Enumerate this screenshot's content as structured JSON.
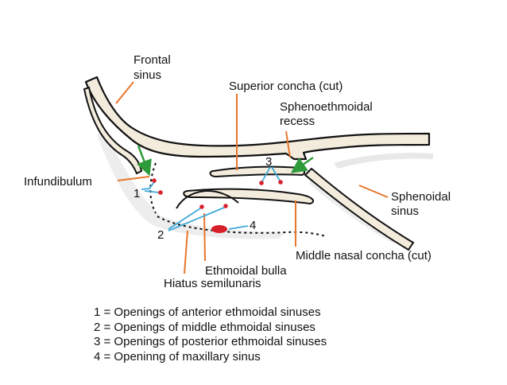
{
  "labels": {
    "frontal_sinus_line1": "Frontal",
    "frontal_sinus_line2": "sinus",
    "superior_concha": "Superior concha (cut)",
    "sphenoethmoidal_line1": "Sphenoethmoidal",
    "sphenoethmoidal_line2": "recess",
    "infundibulum": "Infundibulum",
    "sphenoidal_line1": "Sphenoidal",
    "sphenoidal_line2": "sinus",
    "middle_nasal_concha": "Middle nasal concha (cut)",
    "ethmoidal_bulla": "Ethmoidal bulla",
    "hiatus_semilunaris": "Hiatus semilunaris",
    "num_1": "1",
    "num_2": "2",
    "num_3": "3",
    "num_4": "4"
  },
  "legend": [
    "1 = Openings of anterior ethmoidal sinuses",
    "2 = Openings of middle ethmoidal sinuses",
    "3 = Openings of posterior ethmoidal sinuses",
    "4 = Openinng of maxillary sinus"
  ],
  "colors": {
    "bone_fill": "#f3ecdd",
    "outline": "#111111",
    "leader_orange": "#e8762c",
    "leader_blue": "#3fa9d8",
    "arrow_green": "#2e9b3a",
    "opening_red": "#d8202a",
    "shadow": "#e6e6e6"
  }
}
